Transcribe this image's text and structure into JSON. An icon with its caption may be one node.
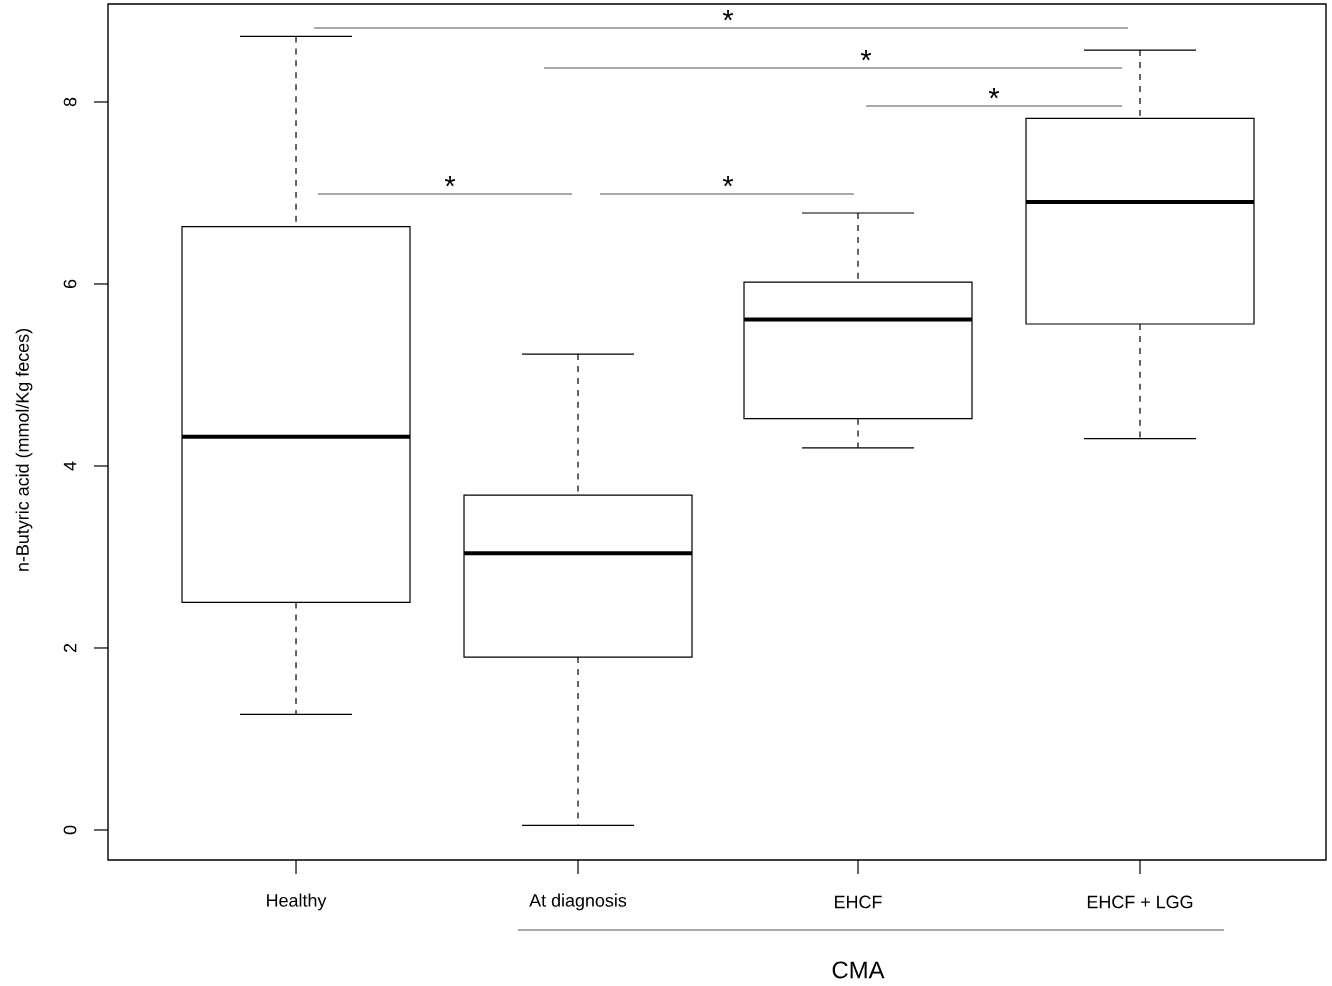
{
  "diagram": {
    "labels": [
      "*",
      "*",
      "*",
      "*",
      "*",
      "0",
      "2",
      "4",
      "6",
      "8",
      "n-Butyric acid (mmol/Kg feces)",
      "Healthy",
      "At diagnosis",
      "EHCF",
      "EHCF + LGG",
      "CMA"
    ]
  }
}
